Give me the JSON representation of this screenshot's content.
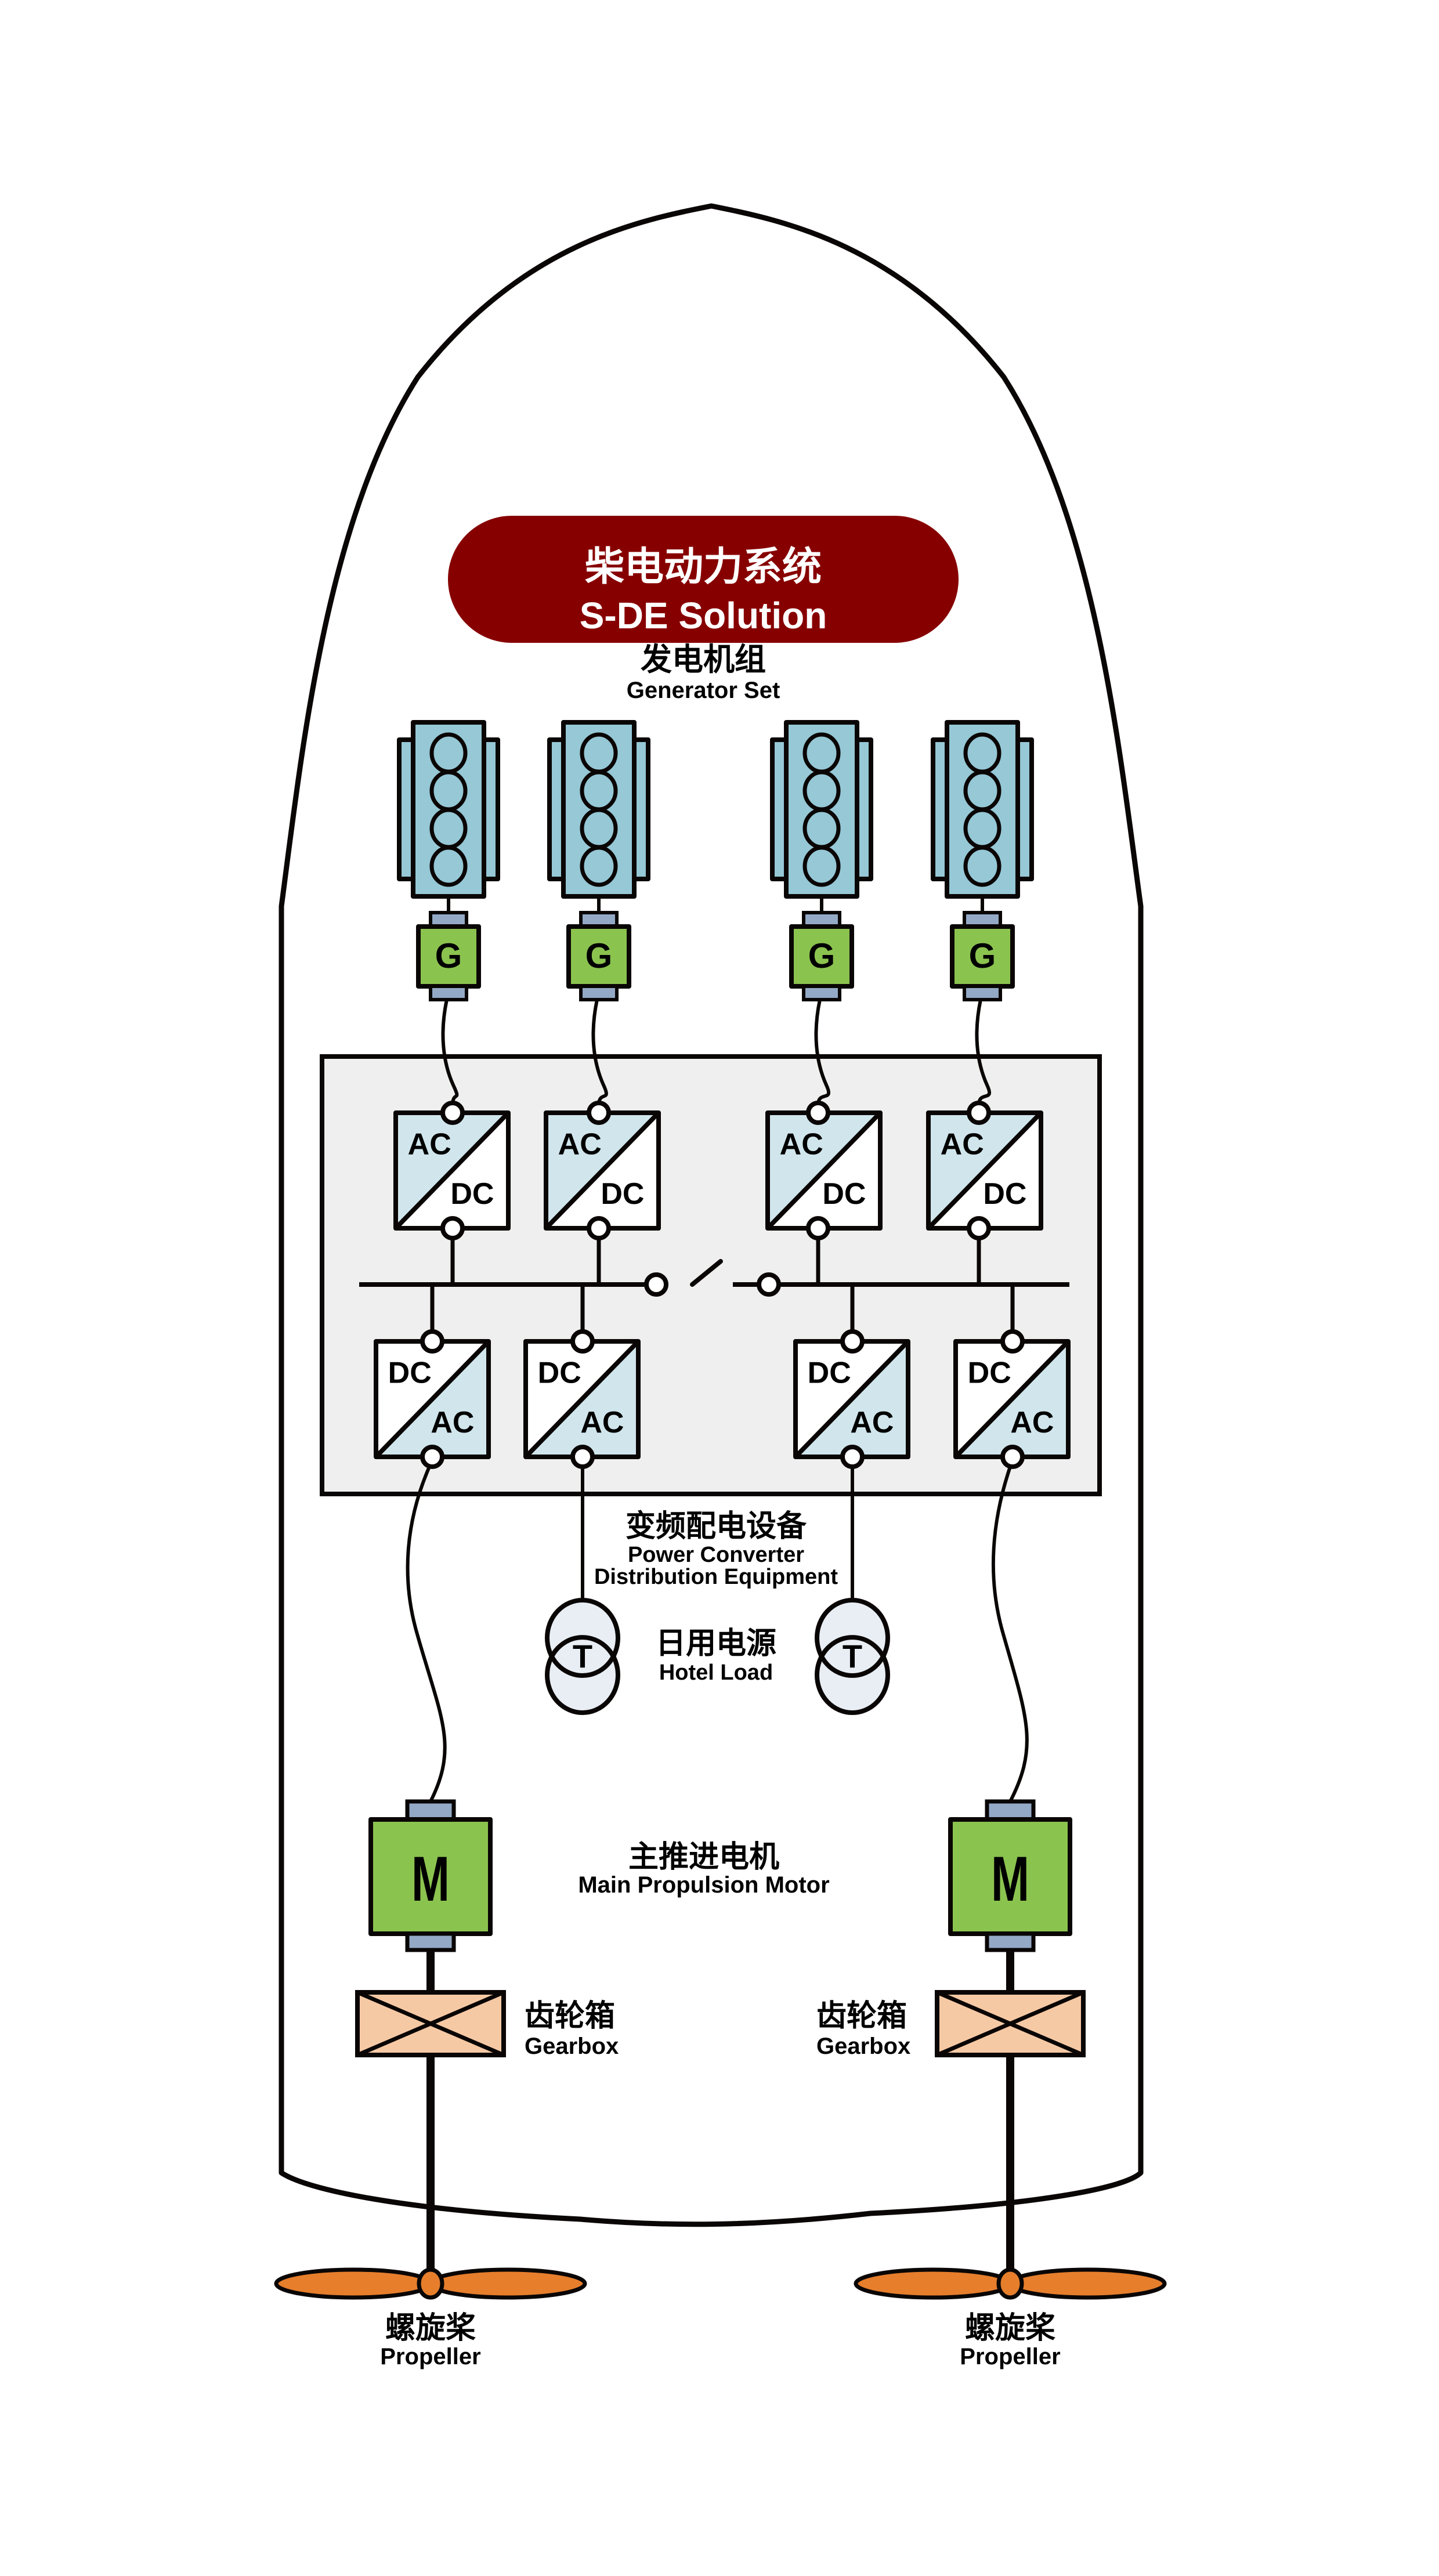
{
  "title": {
    "cn": "柴电动力系统",
    "en": "S-DE Solution"
  },
  "colors": {
    "title_bg": "#870000",
    "engine": "#96C8D6",
    "generator": "#8BC34F",
    "coupling": "#93A9C6",
    "converter_light": "#D0E6EC",
    "panel_bg": "#EFEFEF",
    "transformer": "#E8EEF4",
    "gearbox": "#F6C9A5",
    "propeller": "#E67E2C",
    "line": "#0A0605"
  },
  "labels": {
    "generator_set": {
      "cn": "发电机组",
      "en": "Generator Set"
    },
    "power_converter": {
      "cn": "变频配电设备",
      "en_line1": "Power Converter",
      "en_line2": "Distribution Equipment"
    },
    "hotel_load": {
      "cn": "日用电源",
      "en": "Hotel Load"
    },
    "main_motor": {
      "cn": "主推进电机",
      "en": "Main Propulsion Motor"
    },
    "gearbox_left": {
      "cn": "齿轮箱",
      "en": "Gearbox"
    },
    "gearbox_right": {
      "cn": "齿轮箱",
      "en": "Gearbox"
    },
    "propeller_left": {
      "cn": "螺旋桨",
      "en": "Propeller"
    },
    "propeller_right": {
      "cn": "螺旋桨",
      "en": "Propeller"
    }
  },
  "generators": [
    {
      "symbol": "G"
    },
    {
      "symbol": "G"
    },
    {
      "symbol": "G"
    },
    {
      "symbol": "G"
    }
  ],
  "rectifiers": [
    {
      "top": "AC",
      "bottom": "DC"
    },
    {
      "top": "AC",
      "bottom": "DC"
    },
    {
      "top": "AC",
      "bottom": "DC"
    },
    {
      "top": "AC",
      "bottom": "DC"
    }
  ],
  "inverters": [
    {
      "top": "DC",
      "bottom": "AC"
    },
    {
      "top": "DC",
      "bottom": "AC"
    },
    {
      "top": "DC",
      "bottom": "AC"
    },
    {
      "top": "DC",
      "bottom": "AC"
    }
  ],
  "transformers": [
    {
      "symbol": "T"
    },
    {
      "symbol": "T"
    }
  ],
  "motors": [
    {
      "symbol": "M"
    },
    {
      "symbol": "M"
    }
  ],
  "bus_tie_switch": {
    "state": "open"
  }
}
